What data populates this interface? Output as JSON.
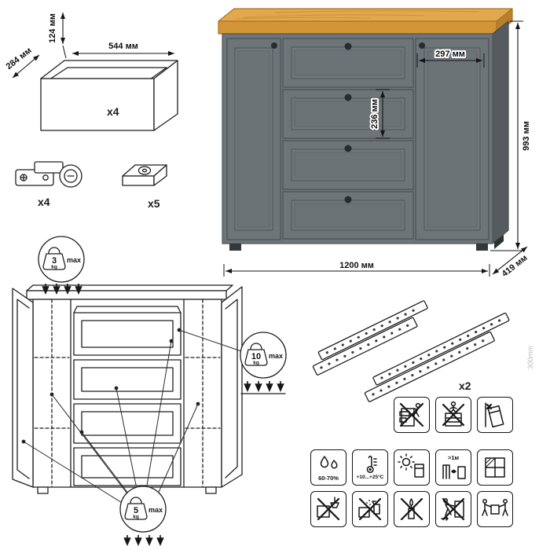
{
  "parts": {
    "drawer_box": {
      "qty": "x4",
      "height": "124 мм",
      "width": "544 мм",
      "depth": "284 мм"
    },
    "hinge": {
      "qty": "x4"
    },
    "leg": {
      "qty": "x5"
    },
    "slide": {
      "qty": "x2",
      "length": "300mm"
    }
  },
  "dimensions": {
    "width": "1200 мм",
    "height": "993 мм",
    "depth": "419 мм",
    "door_width": "297 мм",
    "drawer_front_height": "236 мм"
  },
  "load_limits": {
    "top": {
      "value": "3",
      "unit": "kg",
      "label": "max"
    },
    "drawer": {
      "value": "10",
      "unit": "kg",
      "label": "max"
    },
    "base": {
      "value": "5",
      "unit": "kg",
      "label": "max"
    }
  },
  "care": {
    "humidity": "60-70%",
    "temperature": "+10...+25°C",
    "heat_distance": ">1м"
  }
}
